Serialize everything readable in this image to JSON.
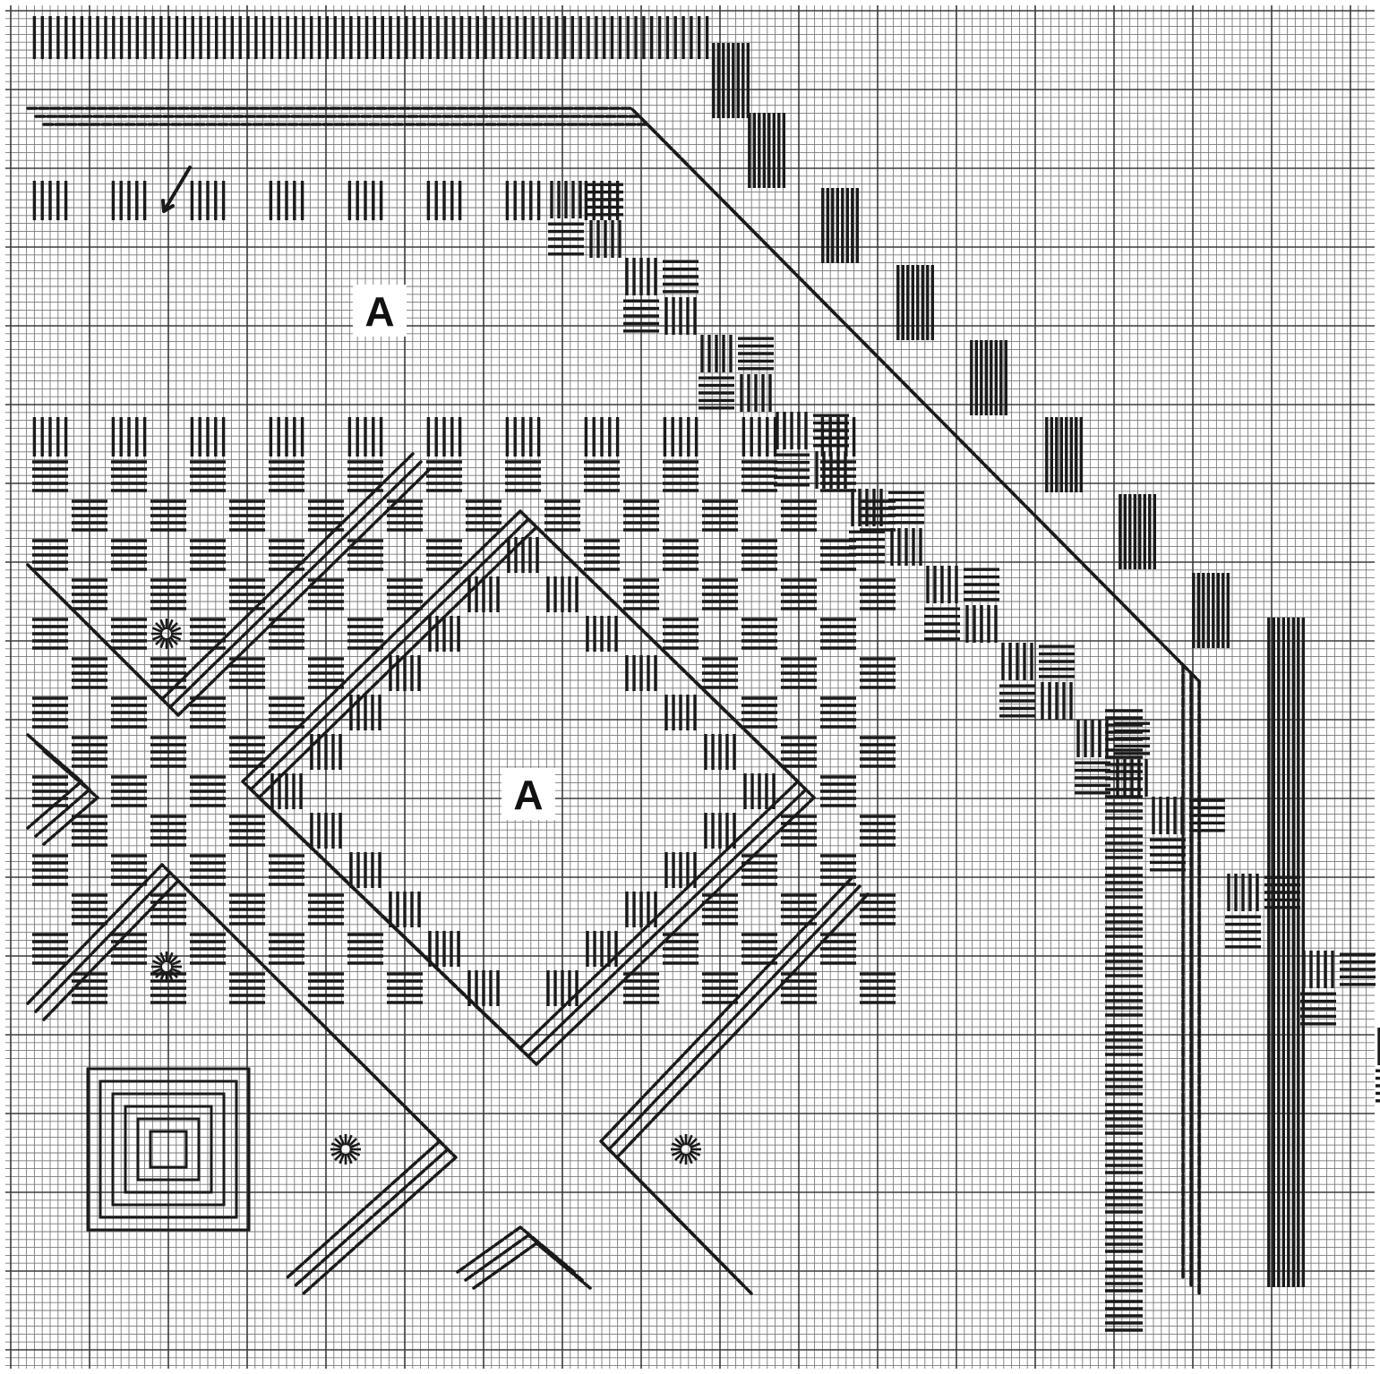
{
  "diagram": {
    "kind": "needlework stitch chart on graph paper",
    "labels": [
      "A",
      "A"
    ],
    "colors": {
      "ink": "#1a1a1a",
      "grid_minor": "#7a7a7a",
      "grid_major": "#3a3a3a",
      "paper": "#ffffff"
    }
  }
}
